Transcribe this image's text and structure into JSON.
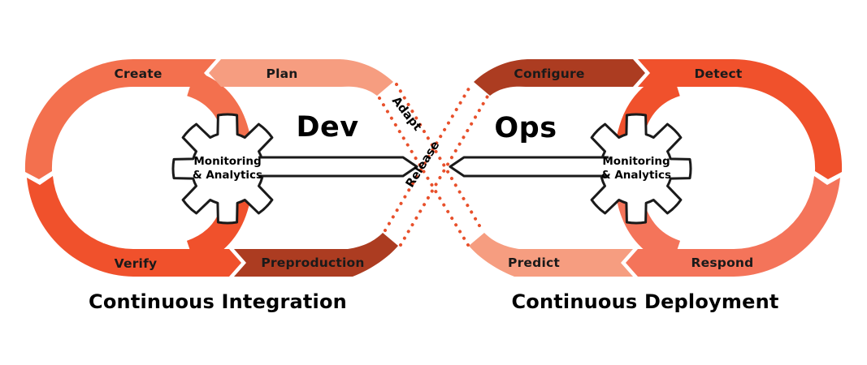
{
  "diagram": {
    "labels": {
      "create": "Create",
      "plan": "Plan",
      "verify": "Verify",
      "preproduction": "Preproduction",
      "configure": "Configure",
      "detect": "Detect",
      "predict": "Predict",
      "respond": "Respond",
      "adapt": "Adapt",
      "release": "Release",
      "dev": "Dev",
      "ops": "Ops",
      "gear_line1": "Monitoring",
      "gear_line2": "& Analytics",
      "ci_title": "Continuous Integration",
      "cd_title": "Continuous Deployment"
    },
    "colors": {
      "create": "#F3704E",
      "plan": "#F69D80",
      "verify": "#F0512C",
      "preproduction": "#AC3C21",
      "configure": "#AC3C21",
      "detect": "#F0512C",
      "respond": "#F4745A",
      "predict": "#F69D80",
      "dots": "#E8502B",
      "outline": "#1A1A1A",
      "text": "#1A1A1A",
      "background": "#FFFFFF"
    }
  }
}
